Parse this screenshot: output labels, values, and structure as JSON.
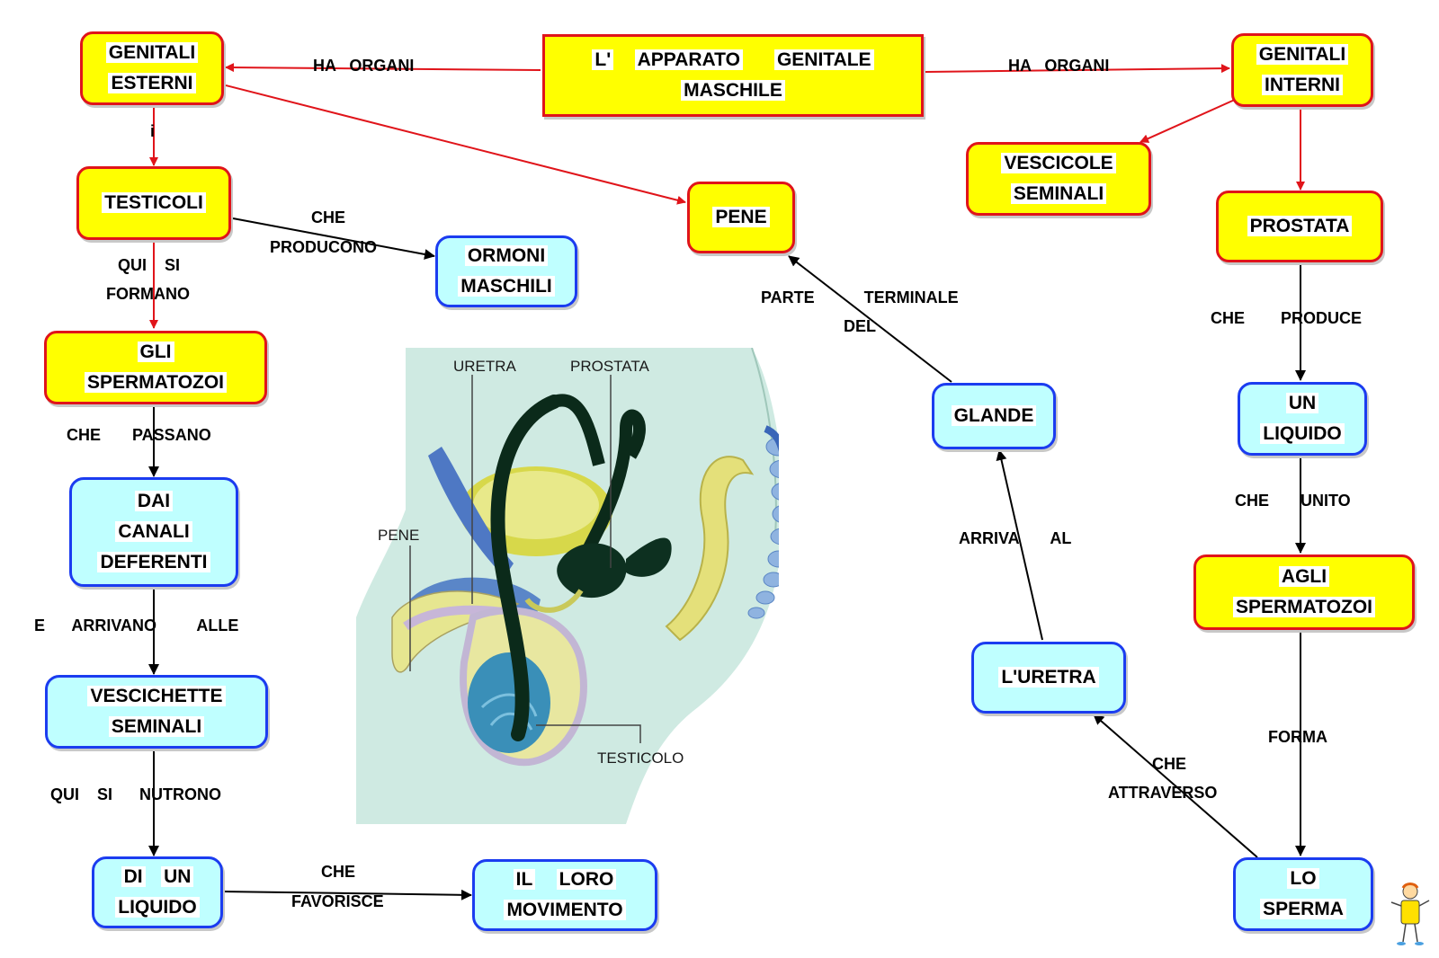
{
  "colors": {
    "yellow": "#ffff00",
    "red": "#e0141a",
    "cyan": "#bfffff",
    "blue": "#1b3cf0"
  },
  "nodes": {
    "root": [
      "L'",
      "APPARATO",
      "GENITALE",
      "MASCHILE"
    ],
    "genitali_esterni": [
      "GENITALI",
      "ESTERNI"
    ],
    "genitali_interni": [
      "GENITALI",
      "INTERNI"
    ],
    "testicoli": [
      "TESTICOLI"
    ],
    "pene": [
      "PENE"
    ],
    "vescicole": [
      "VESCICOLE",
      "SEMINALI"
    ],
    "prostata": [
      "PROSTATA"
    ],
    "ormoni": [
      "ORMONI",
      "MASCHILI"
    ],
    "spermatozoi": [
      "GLI",
      "SPERMATOZOI"
    ],
    "canali": [
      "DAI",
      "CANALI",
      "DEFERENTI"
    ],
    "vescichette": [
      "VESCICHETTE",
      "SEMINALI"
    ],
    "liquido_left": [
      "DI",
      "UN",
      "LIQUIDO"
    ],
    "movimento": [
      "IL",
      "LORO",
      "MOVIMENTO"
    ],
    "glande": [
      "GLANDE"
    ],
    "uretra": [
      "L'URETRA"
    ],
    "un_liquido": [
      "UN",
      "LIQUIDO"
    ],
    "agli_sperm": [
      "AGLI",
      "SPERMATOZOI"
    ],
    "sperma": [
      "LO",
      "SPERMA"
    ]
  },
  "labels": {
    "ha_organi_left": "HA   ORGANI",
    "ha_organi_right": "HA   ORGANI",
    "i": "i",
    "che_producono_1": "CHE",
    "che_producono_2": "PRODUCONO",
    "qui_si_formano_1": "QUI    SI",
    "qui_si_formano_2": "FORMANO",
    "che_passano": "CHE       PASSANO",
    "e_arrivano_alle": "E      ARRIVANO         ALLE",
    "qui_si_nutrono": "QUI    SI      NUTRONO",
    "che_favorisce_1": "CHE",
    "che_favorisce_2": "FAVORISCE",
    "parte_terminale_1": "PARTE           TERMINALE",
    "parte_terminale_2": "DEL",
    "arriva_al": "ARRIVA       AL",
    "che_attraverso_1": "CHE",
    "che_attraverso_2": "ATTRAVERSO",
    "che_produce": "CHE        PRODUCE",
    "che_unito": "CHE       UNITO",
    "forma": "FORMA"
  },
  "illustration": {
    "uretra": "URETRA",
    "prostata": "PROSTATA",
    "pene": "PENE",
    "testicolo": "TESTICOLO"
  },
  "icons": {
    "mascot": "mascot-icon",
    "anatomy": "anatomy-illustration"
  }
}
